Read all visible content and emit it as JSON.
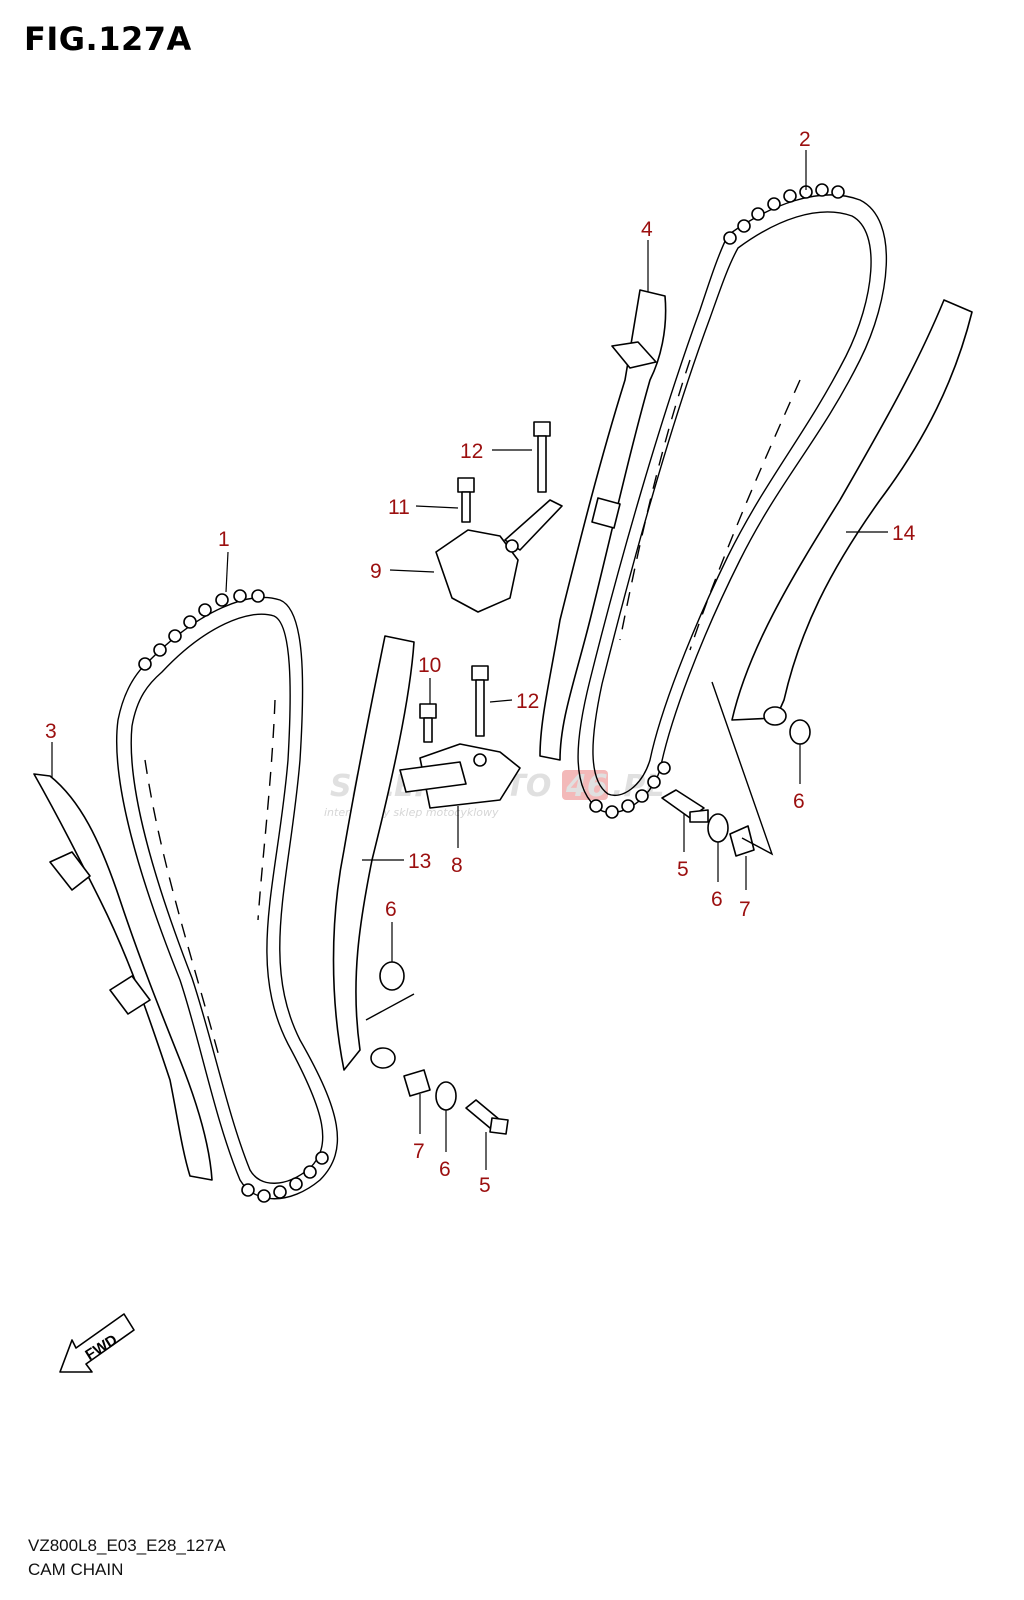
{
  "figure": {
    "title": "FIG.127A",
    "code": "VZ800L8_E03_E28_127A",
    "caption": "CAM CHAIN"
  },
  "watermark": {
    "brand_left": "SKLEP",
    "brand_mid": "MOTO",
    "brand_num": "46",
    "brand_suffix": ".PL",
    "tagline": "internetowy sklep motocyklowy"
  },
  "fwd_label": "FWD",
  "callouts": [
    {
      "id": "c1",
      "label": "1"
    },
    {
      "id": "c2",
      "label": "2"
    },
    {
      "id": "c3",
      "label": "3"
    },
    {
      "id": "c4",
      "label": "4"
    },
    {
      "id": "c5a",
      "label": "5"
    },
    {
      "id": "c5b",
      "label": "5"
    },
    {
      "id": "c6a",
      "label": "6"
    },
    {
      "id": "c6b",
      "label": "6"
    },
    {
      "id": "c6c",
      "label": "6"
    },
    {
      "id": "c6d",
      "label": "6"
    },
    {
      "id": "c7a",
      "label": "7"
    },
    {
      "id": "c7b",
      "label": "7"
    },
    {
      "id": "c8",
      "label": "8"
    },
    {
      "id": "c9",
      "label": "9"
    },
    {
      "id": "c10",
      "label": "10"
    },
    {
      "id": "c11",
      "label": "11"
    },
    {
      "id": "c12a",
      "label": "12"
    },
    {
      "id": "c12b",
      "label": "12"
    },
    {
      "id": "c13",
      "label": "13"
    },
    {
      "id": "c14",
      "label": "14"
    }
  ],
  "colors": {
    "callout": "#9b0f0f",
    "line": "#000000",
    "watermark": "#e0e0e0"
  }
}
